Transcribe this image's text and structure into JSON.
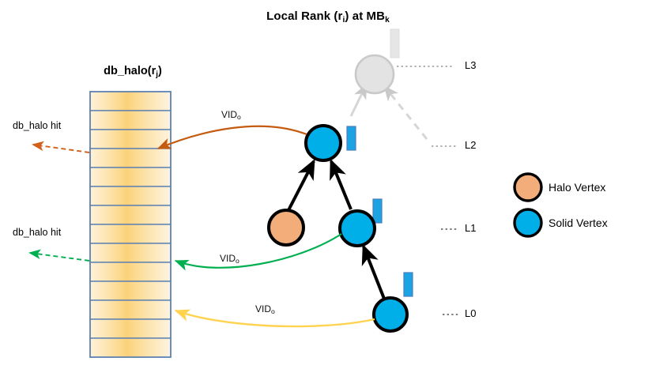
{
  "title": {
    "prefix": "Local Rank (r",
    "sub1": "i",
    "middle": ") at MB",
    "sub2": "k",
    "full": "Local Rank (r_i) at MB_k"
  },
  "table": {
    "title_prefix": "db_halo(r",
    "title_sub": "j",
    "title_suffix": ")",
    "title_full": "db_halo(r_j)",
    "row_count": 14,
    "fill_color": "#FBD98A",
    "border_color": "#5B7FB0"
  },
  "hits": [
    {
      "label": "db_halo hit",
      "color": "#D2601A"
    },
    {
      "label": "db_halo hit",
      "color": "#00B050"
    }
  ],
  "edges": [
    {
      "label_prefix": "VID",
      "label_sub": "o",
      "label_full": "VID_o",
      "color": "#C55A11",
      "source_level": "L2"
    },
    {
      "label_prefix": "VID",
      "label_sub": "o",
      "label_full": "VID_o",
      "color": "#00B050",
      "source_level": "L1"
    },
    {
      "label_prefix": "VID",
      "label_sub": "o",
      "label_full": "VID_o",
      "color": "#FFD34F",
      "source_level": "L0"
    }
  ],
  "levels": [
    {
      "label": "L3",
      "state": "ghosted"
    },
    {
      "label": "L2",
      "state": "active"
    },
    {
      "label": "L1",
      "state": "active"
    },
    {
      "label": "L0",
      "state": "active"
    }
  ],
  "legend": [
    {
      "label": "Halo Vertex",
      "color": "#F2AD7A"
    },
    {
      "label": "Solid Vertex",
      "color": "#00AEE8"
    }
  ],
  "colors": {
    "solid_vertex": "#00AEE8",
    "halo_vertex": "#F2AD7A",
    "ghost": "#E3E3E3",
    "ghost_stroke": "#C9C9C9",
    "tick_blue": "#1CA3E4",
    "tick_blue_stroke": "#4A7EBB",
    "edge_black": "#000000"
  }
}
